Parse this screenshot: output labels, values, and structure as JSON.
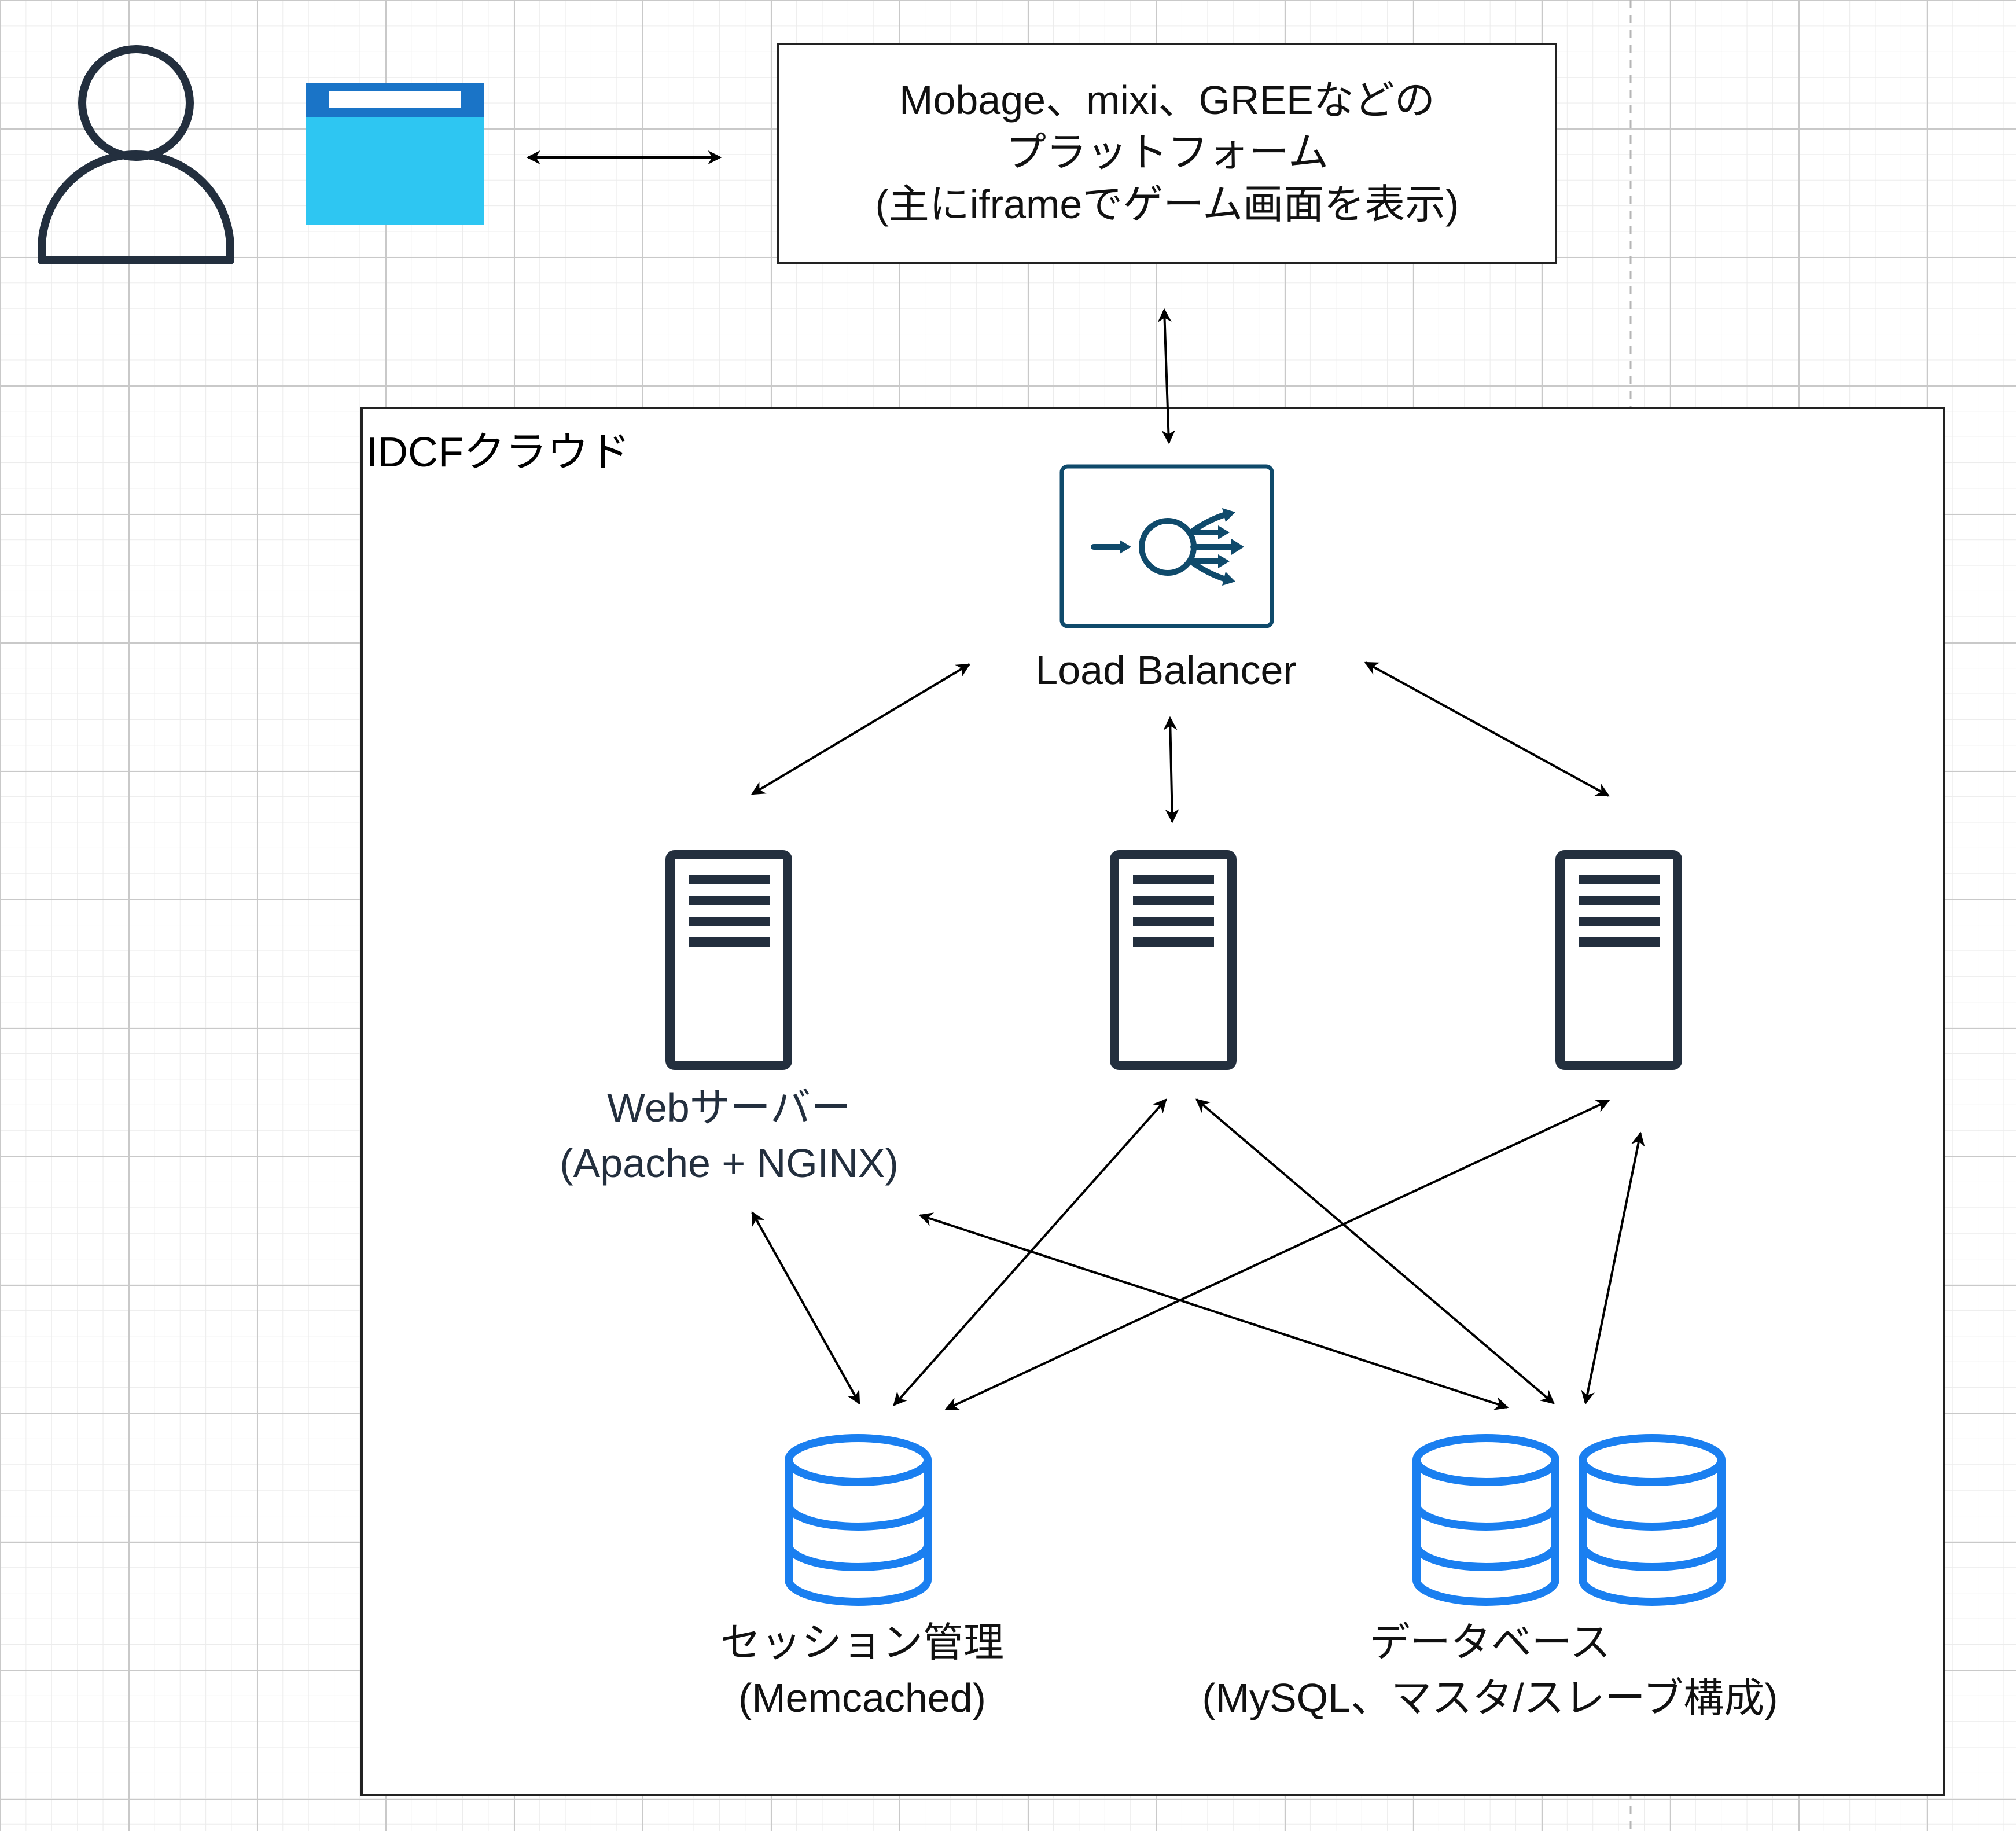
{
  "platform": {
    "line1": "Mobage、mixi、GREEなどの",
    "line2": "プラットフォーム",
    "line3": "(主にiframeでゲーム画面を表示)"
  },
  "cloud": {
    "label": "IDCFクラウド"
  },
  "load_balancer": {
    "label": "Load Balancer"
  },
  "web_server": {
    "line1": "Webサーバー",
    "line2": "(Apache + NGINX)"
  },
  "session": {
    "line1": "セッション管理",
    "line2": "(Memcached)"
  },
  "database": {
    "line1": "データベース",
    "line2": "(MySQL、マスタ/スレーブ構成)"
  },
  "icons": {
    "user": "user-icon",
    "browser": "browser-window-icon",
    "load_balancer": "load-balancer-icon",
    "server": "server-icon",
    "database": "database-icon"
  },
  "colors": {
    "icon_dark": "#232f3e",
    "browser_blue": "#2ec6f2",
    "browser_bar": "#1a74c7",
    "db_blue": "#1a7ff0",
    "lb_teal": "#0f4a6b"
  }
}
